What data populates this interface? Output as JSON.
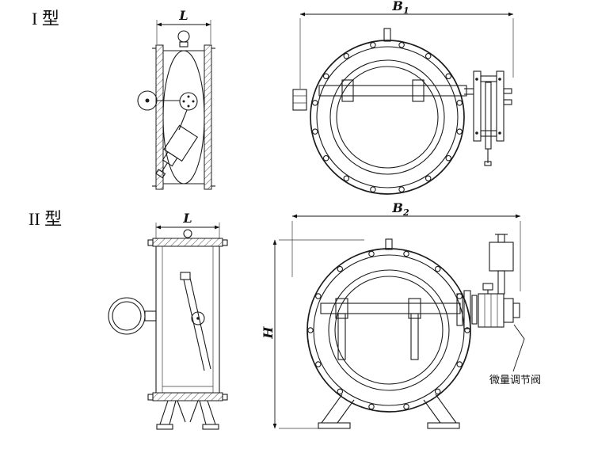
{
  "page": {
    "background": "#ffffff",
    "line_color": "#1c1c1c"
  },
  "labels": {
    "type1": "I 型",
    "type2": "II 型",
    "dim_L_type1": "L",
    "dim_B1": {
      "base": "B",
      "sub": "1"
    },
    "dim_L_type2": "L",
    "dim_B2": {
      "base": "B",
      "sub": "2"
    },
    "dim_H": "H",
    "micro_valve_annotation": "微量调节阀"
  },
  "geometry": {
    "type1_bolt_count": 16,
    "type2_bolt_count": 14
  }
}
